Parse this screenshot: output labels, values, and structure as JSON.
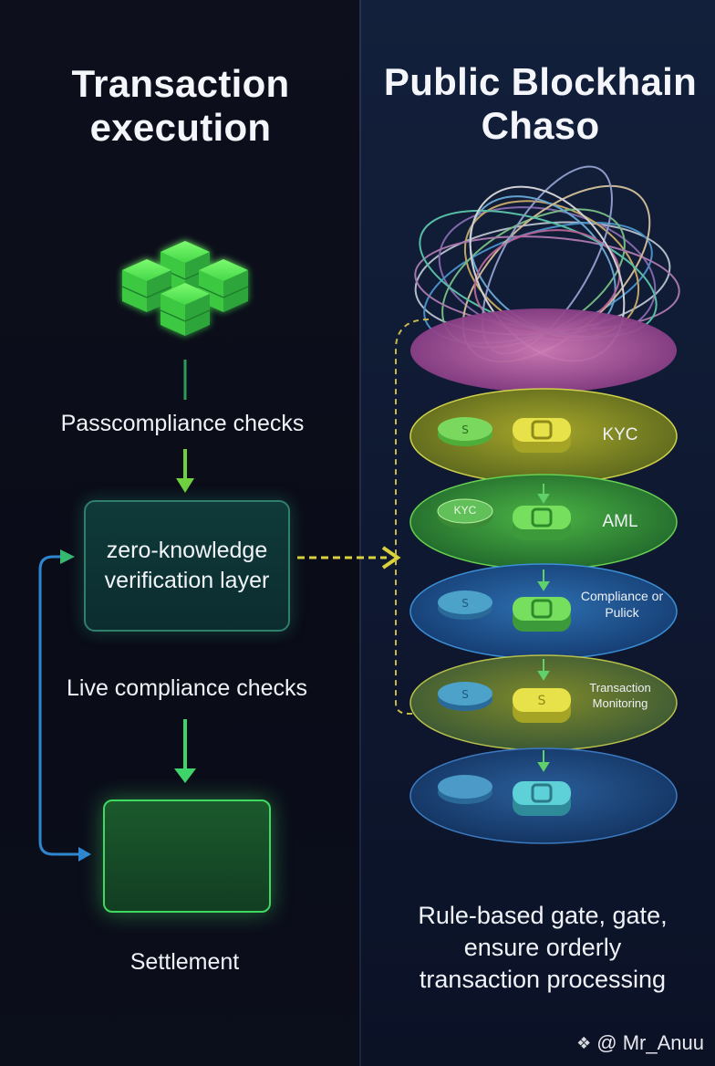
{
  "left": {
    "title": "Transaction execution",
    "pass_label": "Passcompliance checks",
    "zk_label": "zero-knowledge verification layer",
    "live_label": "Live compliance checks",
    "settlement_label": "Settlement"
  },
  "right": {
    "title": "Public Blockhain Chaso",
    "layers": [
      {
        "label": "KYC"
      },
      {
        "label": "AML",
        "chip_label": "KYC"
      },
      {
        "label": "Compliance or Pulick"
      },
      {
        "label": "Transaction Monitoring"
      }
    ],
    "caption": "Rule-based gate, gate, ensure orderly transaction processing"
  },
  "footer": {
    "handle": "@ Mr_Anuu"
  },
  "colors": {
    "accent_green": "#3fe05a",
    "accent_yellow": "#d8d23a",
    "accent_blue": "#2f7fc4",
    "accent_pink": "#c66aa8"
  }
}
